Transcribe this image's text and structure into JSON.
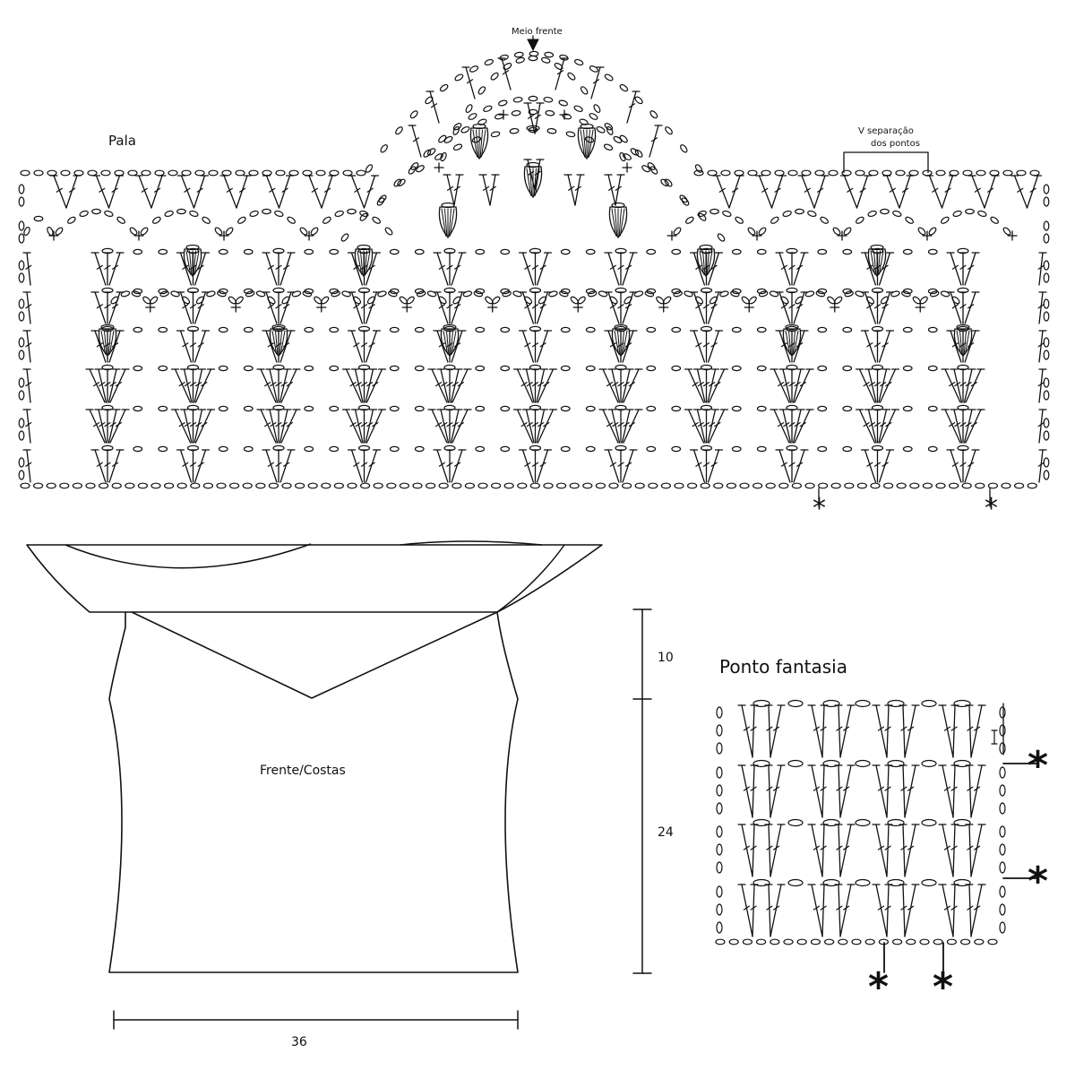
{
  "pala_chart": {
    "title": "Pala",
    "center_marker": "Meio frente",
    "separation_note_line1": "V  separação",
    "separation_note_line2": "dos pontos",
    "repeat_mark": "*"
  },
  "garment": {
    "piece_label": "Frente/Costas",
    "width": "36",
    "height_upper": "10",
    "height_lower": "24"
  },
  "fancy_stitch": {
    "title": "Ponto fantasia",
    "repeat_mark": "*"
  }
}
